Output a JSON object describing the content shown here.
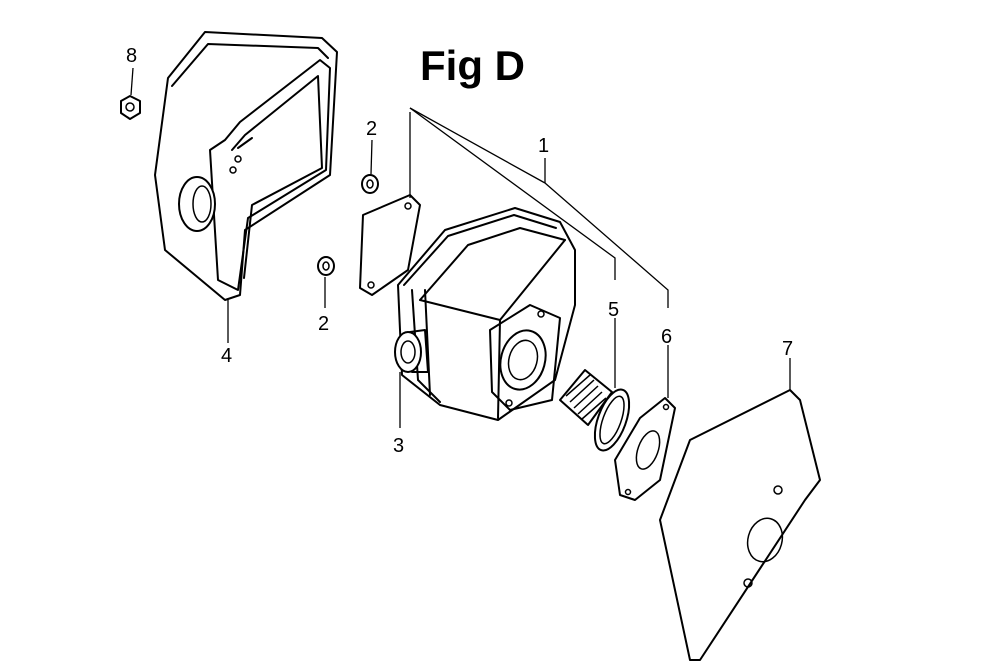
{
  "figure": {
    "title": "Fig D"
  },
  "callouts": {
    "c1": "1",
    "c2a": "2",
    "c2b": "2",
    "c3": "3",
    "c4": "4",
    "c5": "5",
    "c6": "6",
    "c7": "7",
    "c8": "8"
  }
}
